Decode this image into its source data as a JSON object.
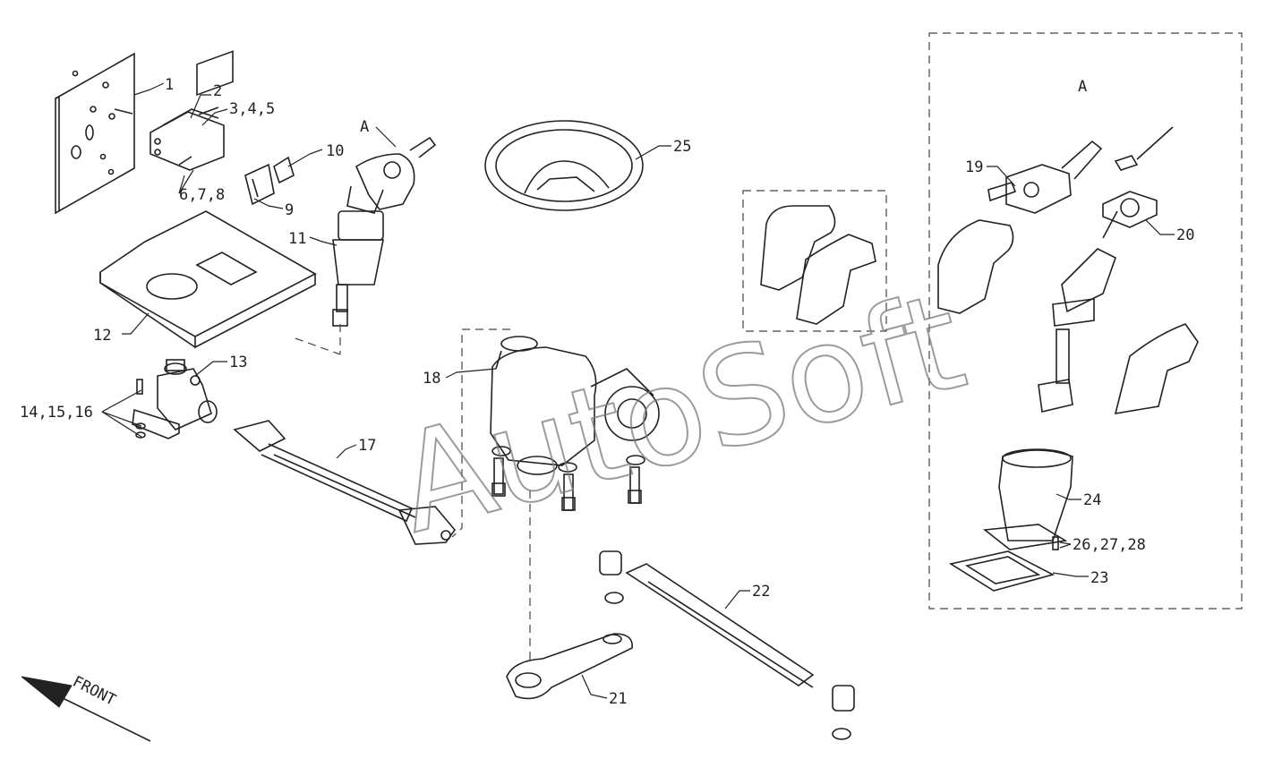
{
  "diagram": {
    "watermark": "AutoSoft",
    "direction_label": "FRONT",
    "detail_labels": {
      "left": "A",
      "right": "A"
    },
    "callouts": [
      {
        "id": "c1",
        "text": "1"
      },
      {
        "id": "c2",
        "text": "2"
      },
      {
        "id": "c3",
        "text": "3,4,5"
      },
      {
        "id": "c6",
        "text": "6,7,8"
      },
      {
        "id": "c9",
        "text": "9"
      },
      {
        "id": "c10",
        "text": "10"
      },
      {
        "id": "c11",
        "text": "11"
      },
      {
        "id": "c12",
        "text": "12"
      },
      {
        "id": "c13",
        "text": "13"
      },
      {
        "id": "c14",
        "text": "14,15,16"
      },
      {
        "id": "c17",
        "text": "17"
      },
      {
        "id": "c18",
        "text": "18"
      },
      {
        "id": "c19",
        "text": "19"
      },
      {
        "id": "c20",
        "text": "20"
      },
      {
        "id": "c21",
        "text": "21"
      },
      {
        "id": "c22",
        "text": "22"
      },
      {
        "id": "c23",
        "text": "23"
      },
      {
        "id": "c24",
        "text": "24"
      },
      {
        "id": "c25",
        "text": "25"
      },
      {
        "id": "c26",
        "text": "26,27,28"
      }
    ]
  }
}
